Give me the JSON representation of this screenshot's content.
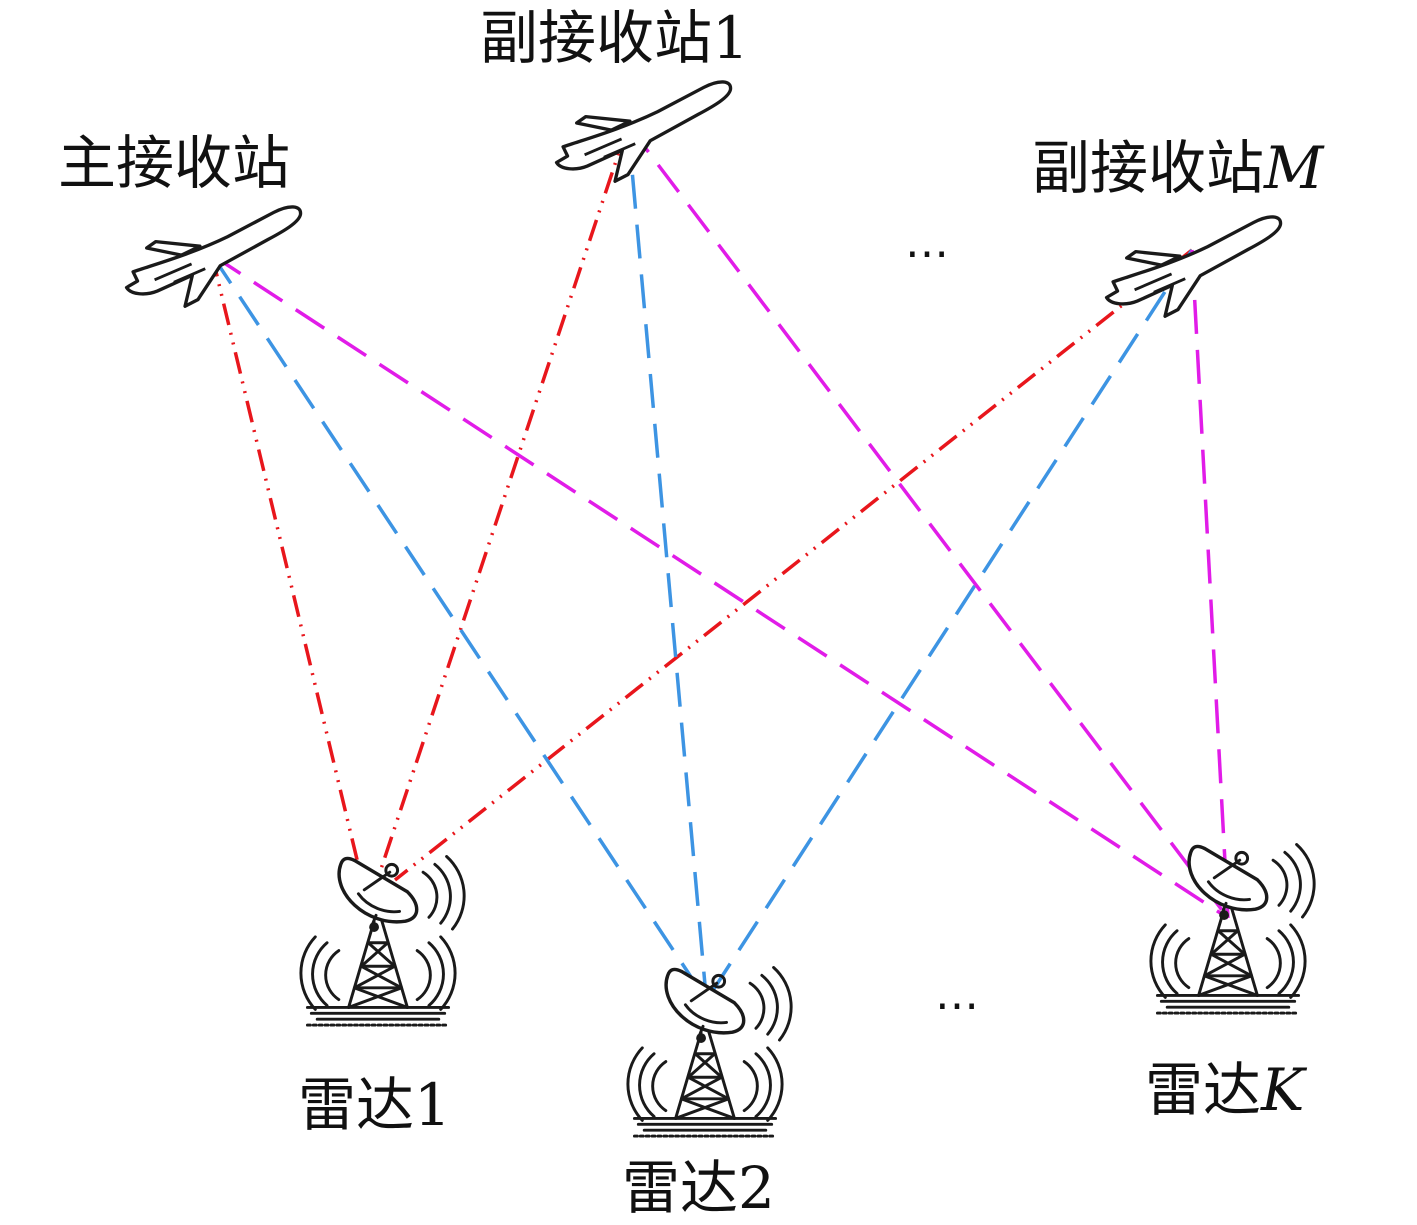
{
  "colors": {
    "red": "#e8161c",
    "blue": "#3d94e3",
    "magenta": "#e11ce8",
    "ink": "#1a1a1a"
  },
  "receivers": {
    "main": {
      "name": "主接收站",
      "icon": "airplane-icon"
    },
    "sub1": {
      "name": "副接收站",
      "index": "1",
      "icon": "airplane-icon"
    },
    "subM": {
      "name": "副接收站",
      "index": "M",
      "icon": "airplane-icon"
    },
    "ellipsis": "⋯"
  },
  "radars": {
    "r1": {
      "name": "雷达",
      "index": "1",
      "icon": "radar-tower-icon"
    },
    "r2": {
      "name": "雷达",
      "index": "2",
      "icon": "radar-tower-icon"
    },
    "rK": {
      "name": "雷达",
      "index": "K",
      "icon": "radar-tower-icon"
    },
    "ellipsis": "⋯"
  },
  "links": [
    {
      "from": "radar-1",
      "to": "main-receiver",
      "style": "dash-dot-dot",
      "color": "red"
    },
    {
      "from": "radar-1",
      "to": "sub-receiver-1",
      "style": "dash-dot-dot",
      "color": "red"
    },
    {
      "from": "radar-1",
      "to": "sub-receiver-M",
      "style": "dash-dot-dot",
      "color": "red"
    },
    {
      "from": "radar-2",
      "to": "main-receiver",
      "style": "long-dash",
      "color": "blue"
    },
    {
      "from": "radar-2",
      "to": "sub-receiver-1",
      "style": "long-dash",
      "color": "blue"
    },
    {
      "from": "radar-2",
      "to": "sub-receiver-M",
      "style": "long-dash",
      "color": "blue"
    },
    {
      "from": "radar-K",
      "to": "main-receiver",
      "style": "long-dash",
      "color": "magenta"
    },
    {
      "from": "radar-K",
      "to": "sub-receiver-1",
      "style": "long-dash",
      "color": "magenta"
    },
    {
      "from": "radar-K",
      "to": "sub-receiver-M",
      "style": "long-dash",
      "color": "magenta"
    }
  ]
}
